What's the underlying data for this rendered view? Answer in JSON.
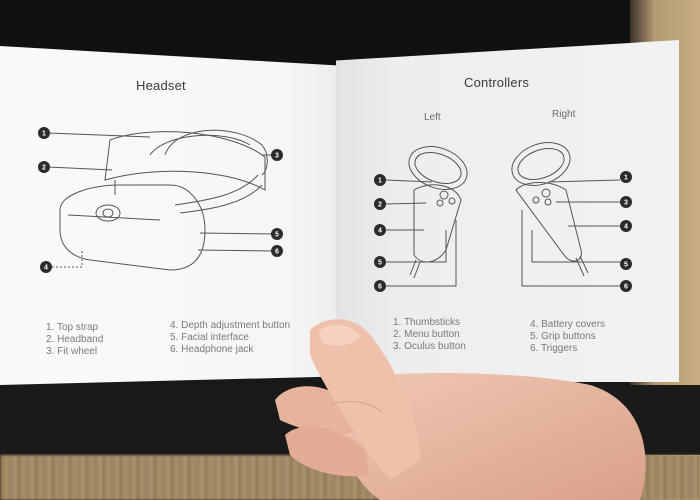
{
  "manual": {
    "left_page": {
      "title": "Headset",
      "callouts": [
        "1",
        "2",
        "3",
        "4",
        "5",
        "6"
      ],
      "legend": [
        "1. Top strap",
        "2. Headband",
        "3. Fit wheel",
        "4. Depth adjustment button",
        "5. Facial interface",
        "6. Headphone jack"
      ]
    },
    "right_page": {
      "title": "Controllers",
      "left_label": "Left",
      "right_label": "Right",
      "left_callouts": [
        "1",
        "2",
        "4",
        "5",
        "6"
      ],
      "right_callouts": [
        "1",
        "3",
        "4",
        "5",
        "6"
      ],
      "legend": [
        "1. Thumbsticks",
        "2. Menu button",
        "3. Oculus button",
        "4. Battery covers",
        "5. Grip buttons",
        "6. Triggers"
      ]
    }
  },
  "colors": {
    "paper": "#f6f6f6",
    "ink": "#3b3b3b",
    "legend_text": "#7a7a7a",
    "badge": "#2b2b2b",
    "skin": "#e9b9a0",
    "background": "#141414",
    "wood": "#b39a72"
  }
}
